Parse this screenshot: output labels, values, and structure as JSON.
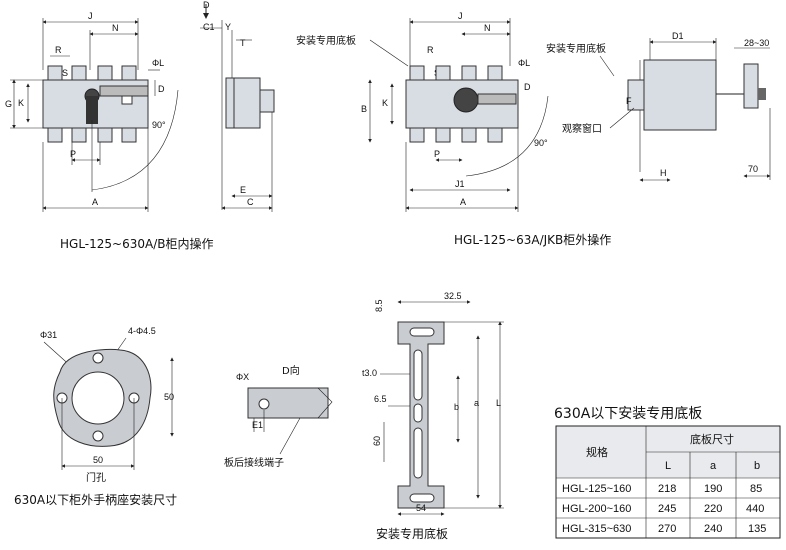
{
  "captions": {
    "left_top": "HGL-125~630A/B柜内操作",
    "right_top": "HGL-125~63A/JKB柜外操作",
    "handle_cutout": "630A以下柜外手柄座安装尺寸",
    "plate": "安装专用底板",
    "door_hole": "门孔",
    "terminal": "板后接线端子",
    "d_view": "D向"
  },
  "callouts": {
    "mount_plate_1": "安装专用底板",
    "mount_plate_2": "安装专用底板",
    "window": "观察窗口"
  },
  "dims": {
    "J": "J",
    "N": "N",
    "R": "R",
    "S": "S",
    "L_phi": "ΦL",
    "G": "G",
    "K": "K",
    "D": "D",
    "P": "P",
    "A": "A",
    "B": "B",
    "C1": "C1",
    "Y": "Y",
    "T": "T",
    "E": "E",
    "C": "C",
    "J1": "J1",
    "D1": "D1",
    "F": "F",
    "H": "H",
    "arrow_D": "D",
    "ang90a": "90°",
    "ang90b": "90°",
    "r28_30": "28~30",
    "r70": "70",
    "phi31": "Φ31",
    "holes": "4-Φ4.5",
    "d50v": "50",
    "d50h": "50",
    "phiX": "ΦX",
    "E1": "E1",
    "p85": "8.5",
    "p325": "32.5",
    "t30": "t3.0",
    "p65": "6.5",
    "p60": "60",
    "p54": "54",
    "pb": "b",
    "pa": "a",
    "pL": "L"
  },
  "table": {
    "title": "630A以下安装专用底板",
    "col_spec": "规格",
    "col_group": "底板尺寸",
    "sub": [
      "L",
      "a",
      "b"
    ],
    "rows": [
      [
        "HGL-125~160",
        "218",
        "190",
        "85"
      ],
      [
        "HGL-200~160",
        "245",
        "220",
        "440"
      ],
      [
        "HGL-315~630",
        "270",
        "240",
        "135"
      ]
    ]
  }
}
